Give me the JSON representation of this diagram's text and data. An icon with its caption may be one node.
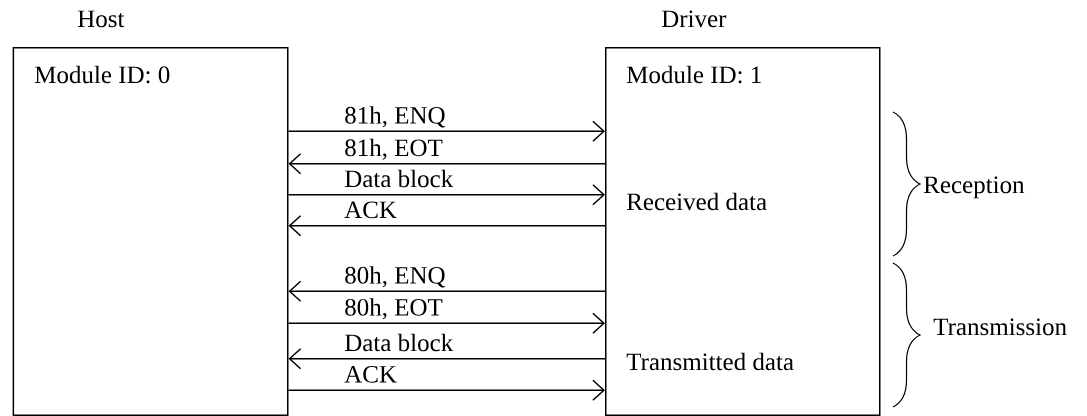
{
  "diagram": {
    "nodes": [
      {
        "text": [
          "Host",
          "Module ID: 0"
        ]
      },
      {
        "text": [
          "Driver",
          "Module ID: 1",
          "Received data",
          "Transmitted data"
        ]
      }
    ],
    "edges": [
      {
        "from": 0,
        "to": 1,
        "arrow": "to",
        "label": "81h, ENQ"
      },
      {
        "from": 1,
        "to": 0,
        "arrow": "to",
        "label": "81h, EOT"
      },
      {
        "from": 0,
        "to": 1,
        "arrow": "to",
        "label": "Data block"
      },
      {
        "from": 1,
        "to": 0,
        "arrow": "to",
        "label": "ACK"
      },
      {
        "from": 1,
        "to": 0,
        "arrow": "to",
        "label": "80h, ENQ"
      },
      {
        "from": 0,
        "to": 1,
        "arrow": "to",
        "label": "80h, EOT"
      },
      {
        "from": 1,
        "to": 0,
        "arrow": "to",
        "label": "Data block"
      },
      {
        "from": 0,
        "to": 1,
        "arrow": "to",
        "label": "ACK"
      }
    ],
    "labels": [
      "Reception",
      "Transmission"
    ]
  }
}
